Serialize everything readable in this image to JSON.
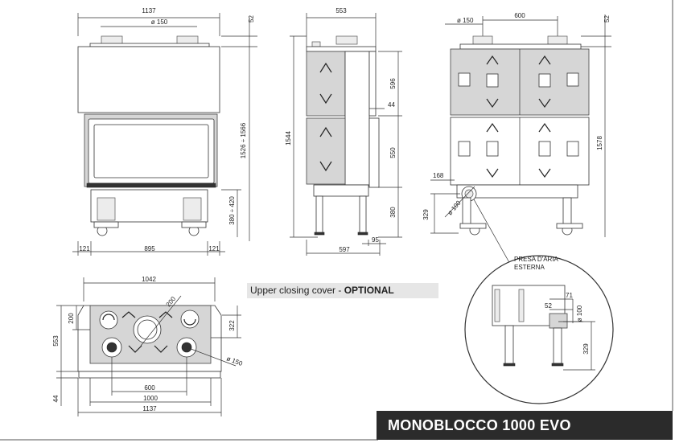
{
  "title": "MONOBLOCCO 1000 EVO",
  "caption": {
    "normal": "Upper closing cover - ",
    "bold": "OPTIONAL"
  },
  "front_view": {
    "width_total": "1137",
    "flue_dia": "ø 150",
    "top_height": "52",
    "height_range": "1526 ÷ 1566",
    "base_height": "380 ÷ 420",
    "bottom_left": "121",
    "bottom_center": "895",
    "bottom_right": "121"
  },
  "side_view": {
    "width_top": "553",
    "height_total": "1544",
    "upper_height": "596",
    "collar": "44",
    "middle_height": "550",
    "leg_height": "380",
    "depth_bottom": "597",
    "offset_bottom": "95"
  },
  "rear_view": {
    "flue_dia": "ø 150",
    "spacing": "600",
    "top_height": "52",
    "height_total": "1578",
    "inlet_offset": "168",
    "inlet_height": "329",
    "inlet_dia": "ø 100"
  },
  "detail": {
    "label_line1": "PRESA D'ARIA",
    "label_line2": "ESTERNA",
    "d71": "71",
    "d52": "52",
    "dia": "ø 100",
    "h329": "329"
  },
  "top_view": {
    "width_top": "1042",
    "dia_center": "200",
    "depth_total": "553",
    "depth_left": "200",
    "depth_right": "322",
    "dia_small": "ø 150",
    "bottom_600": "600",
    "bottom_1000": "1000",
    "bottom_1137": "1137",
    "bottom_offset": "44"
  }
}
